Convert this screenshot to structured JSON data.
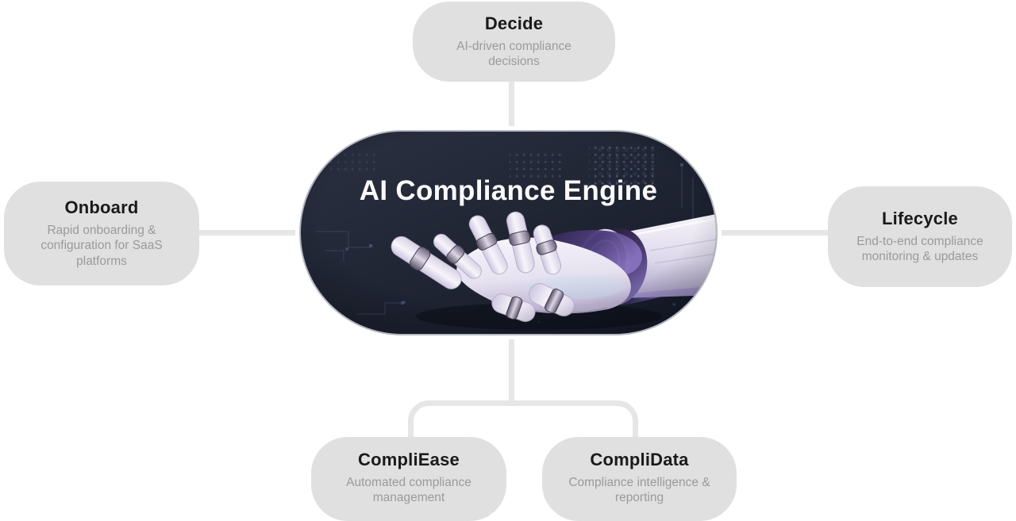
{
  "diagram": {
    "type": "hub-and-spoke",
    "center": {
      "title": "AI Compliance Engine",
      "image": "robotic-hand-open-palm"
    },
    "nodes": [
      {
        "id": "decide",
        "title": "Decide",
        "subtitle": "AI-driven compliance decisions",
        "position": "top"
      },
      {
        "id": "onboard",
        "title": "Onboard",
        "subtitle": "Rapid onboarding & configuration for SaaS platforms",
        "position": "left"
      },
      {
        "id": "lifecycle",
        "title": "Lifecycle",
        "subtitle": "End-to-end compliance monitoring & updates",
        "position": "right"
      },
      {
        "id": "compliease",
        "title": "CompliEase",
        "subtitle": "Automated compliance management",
        "position": "bottom-left"
      },
      {
        "id": "complidata",
        "title": "CompliData",
        "subtitle": "Compliance intelligence & reporting",
        "position": "bottom-right"
      }
    ],
    "colors": {
      "node_bg": "#e0e0e0",
      "node_title": "#1a1a1a",
      "node_subtitle": "#9a9a9a",
      "connector": "#e6e6e6",
      "capsule_border": "#b4b7c1",
      "capsule_bg_dark": "#161a28",
      "capsule_title": "#fafafa",
      "hand_white": "#f1eef7",
      "hand_purple": "#7b63c9",
      "circuit_dot": "#46506e"
    }
  }
}
